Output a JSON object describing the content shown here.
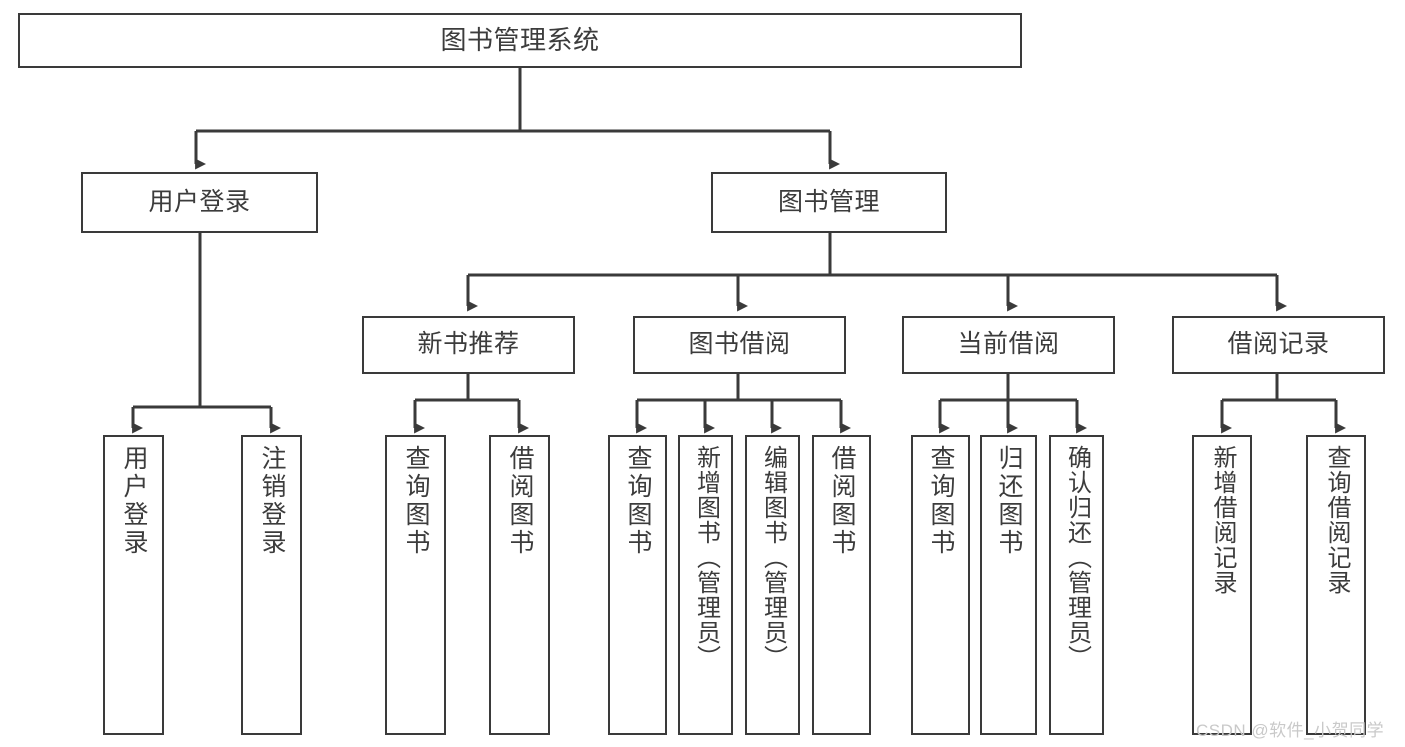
{
  "diagram": {
    "title": "图书管理系统",
    "type": "tree-hierarchy",
    "orientation": "top-down",
    "colors": {
      "background": "#ffffff",
      "node_fill": "#ffffff",
      "node_border": "#3a3a3a",
      "text": "#3c3c3c",
      "edge": "#3a3a3a",
      "watermark": "#c9c9c9"
    }
  },
  "root": {
    "label": "图书管理系统"
  },
  "tier1": [
    {
      "label": "用户登录"
    },
    {
      "label": "图书管理"
    }
  ],
  "tier2": [
    {
      "label": "新书推荐"
    },
    {
      "label": "图书借阅"
    },
    {
      "label": "当前借阅"
    },
    {
      "label": "借阅记录"
    }
  ],
  "leaves": {
    "user_login": [
      {
        "label": "用户登录"
      },
      {
        "label": "注销登录"
      }
    ],
    "new_book_recommend": [
      {
        "label": "查询图书"
      },
      {
        "label": "借阅图书"
      }
    ],
    "book_borrow": [
      {
        "label": "查询图书"
      },
      {
        "label": "新增图书（管理员）"
      },
      {
        "label": "编辑图书（管理员）"
      },
      {
        "label": "借阅图书"
      }
    ],
    "current_borrow": [
      {
        "label": "查询图书"
      },
      {
        "label": "归还图书"
      },
      {
        "label": "确认归还（管理员）"
      }
    ],
    "borrow_record": [
      {
        "label": "新增借阅记录"
      },
      {
        "label": "查询借阅记录"
      }
    ]
  },
  "watermark": {
    "text": "CSDN @软件_小贺同学"
  }
}
